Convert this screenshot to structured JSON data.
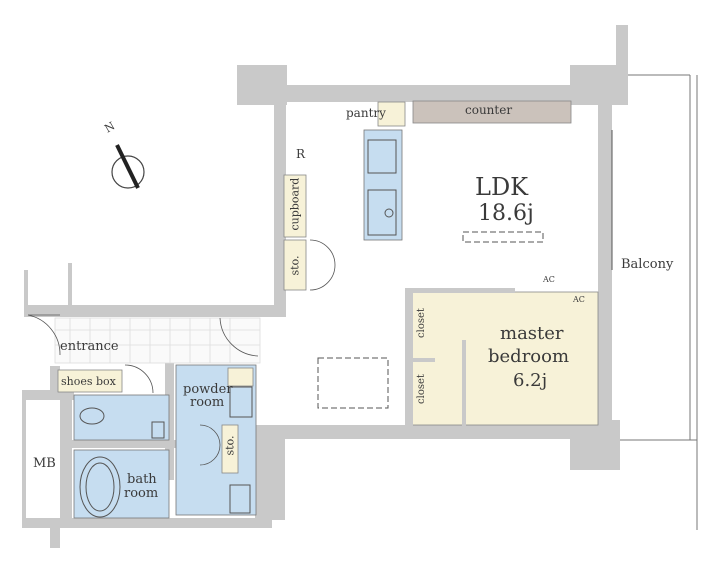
{
  "colors": {
    "wall": "#c9c9c9",
    "wet_area": "#c6ddf0",
    "storage": "#f7f2d8",
    "counter": "#cbc2bb",
    "line": "#555555"
  },
  "rooms": {
    "ldk": {
      "name": "LDK",
      "size": "18.6j"
    },
    "master_bedroom": {
      "name_line1": "master",
      "name_line2": "bedroom",
      "size": "6.2j"
    },
    "balcony": "Balcony",
    "entrance": "entrance",
    "shoes_box": "shoes box",
    "powder_room_line1": "powder",
    "powder_room_line2": "room",
    "bath_room_line1": "bath",
    "bath_room_line2": "room",
    "mb": "MB"
  },
  "fixtures": {
    "pantry": "pantry",
    "counter": "counter",
    "refrigerator": "R",
    "cupboard": "cupboard",
    "storage_kitchen": "sto.",
    "storage_powder": "sto.",
    "closet_upper": "closet",
    "closet_lower": "closet",
    "ac_ldk": "AC",
    "ac_bedroom": "AC"
  },
  "compass": {
    "label": "N"
  }
}
